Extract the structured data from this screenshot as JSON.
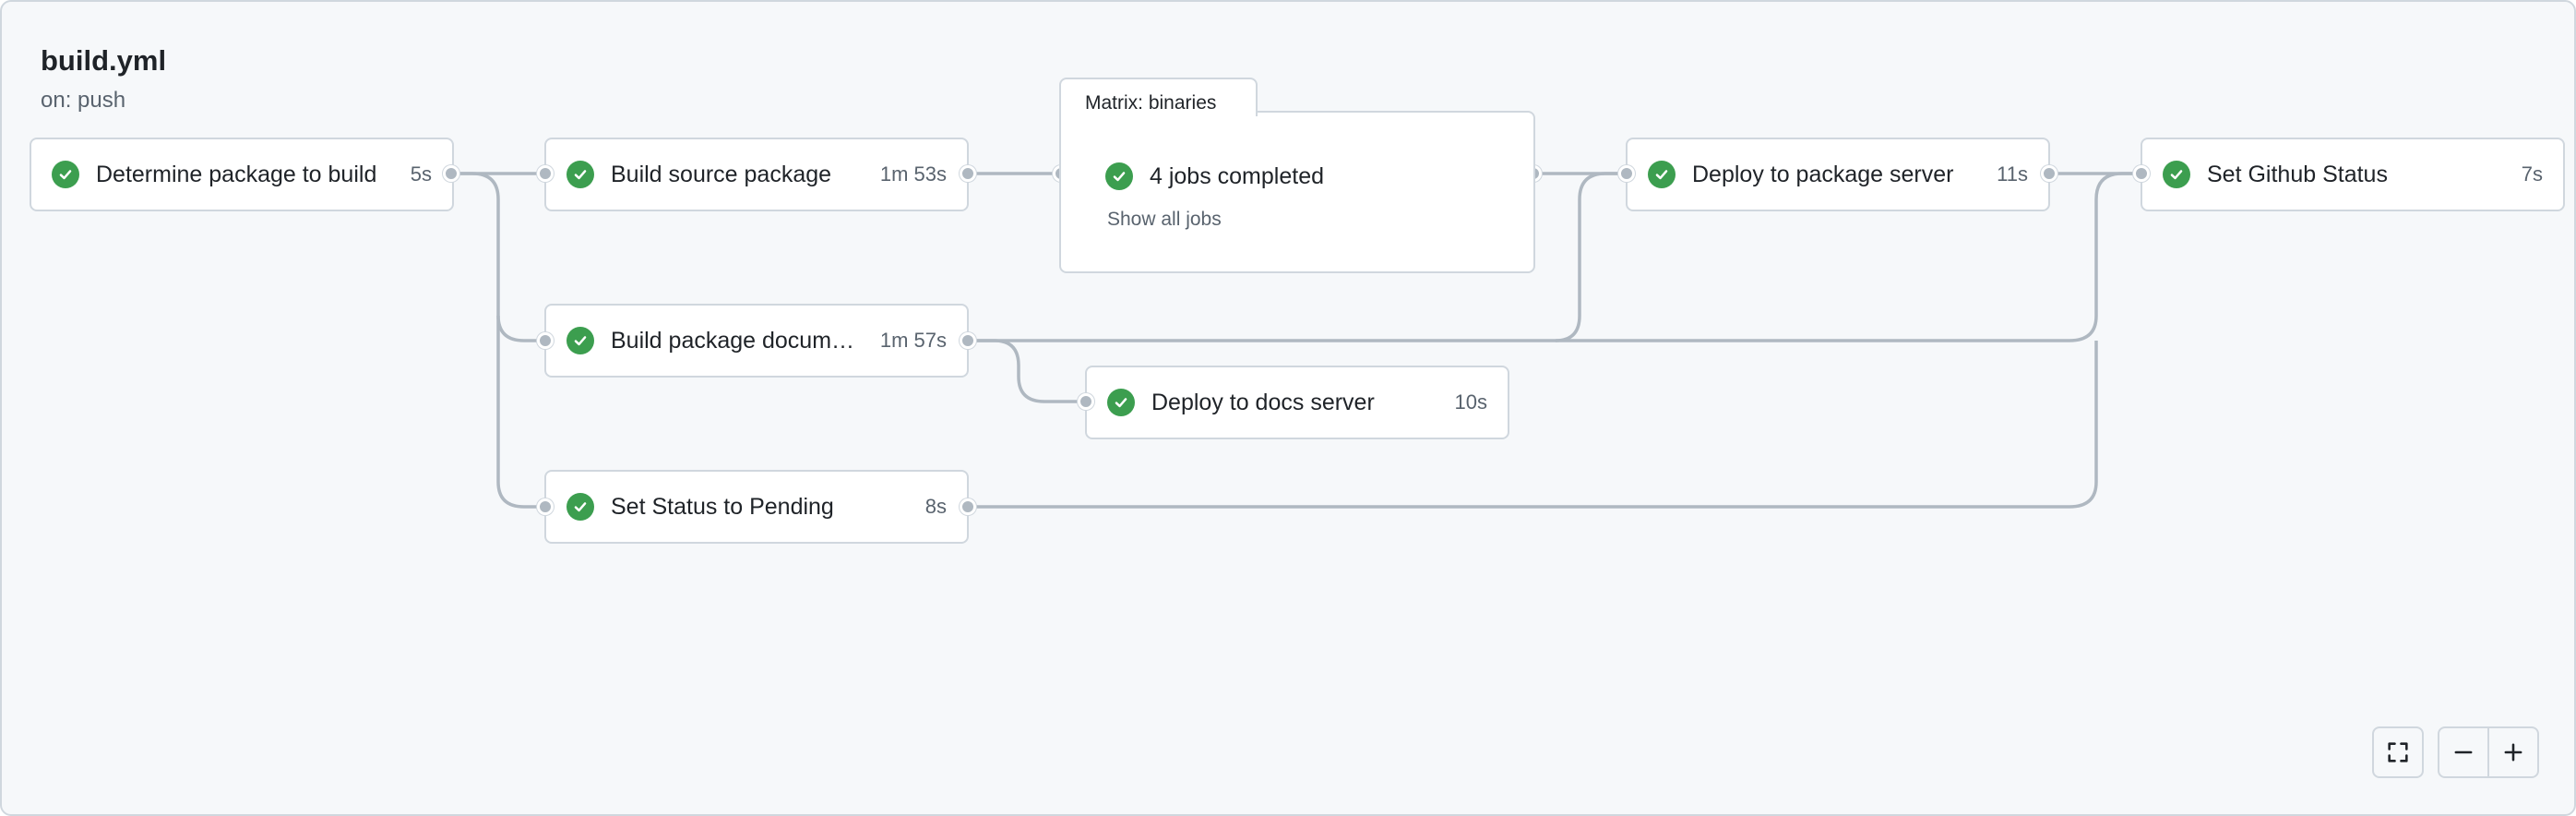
{
  "workflow": {
    "title": "build.yml",
    "trigger": "on: push"
  },
  "jobs": [
    {
      "name": "Determine package to build",
      "duration": "5s",
      "status": "success"
    },
    {
      "name": "Build source package",
      "duration": "1m 53s",
      "status": "success"
    },
    {
      "name": "Build package documentation",
      "duration": "1m 57s",
      "status": "success"
    },
    {
      "name": "Set Status to Pending",
      "duration": "8s",
      "status": "success"
    },
    {
      "name": "Deploy to docs server",
      "duration": "10s",
      "status": "success"
    },
    {
      "name": "Deploy to package server",
      "duration": "11s",
      "status": "success"
    },
    {
      "name": "Set Github Status",
      "duration": "7s",
      "status": "success"
    }
  ],
  "matrix": {
    "label": "Matrix: binaries",
    "summary": "4 jobs completed",
    "show_all": "Show all jobs",
    "status": "success"
  },
  "controls": {
    "fullscreen_icon": "fullscreen-icon",
    "zoom_out_icon": "minus-icon",
    "zoom_in_icon": "plus-icon"
  },
  "colors": {
    "success": "#3c9e4f",
    "edge": "#afb8c1",
    "border": "#d0d7de",
    "canvas": "#f6f8fa",
    "muted_text": "#59636e"
  }
}
